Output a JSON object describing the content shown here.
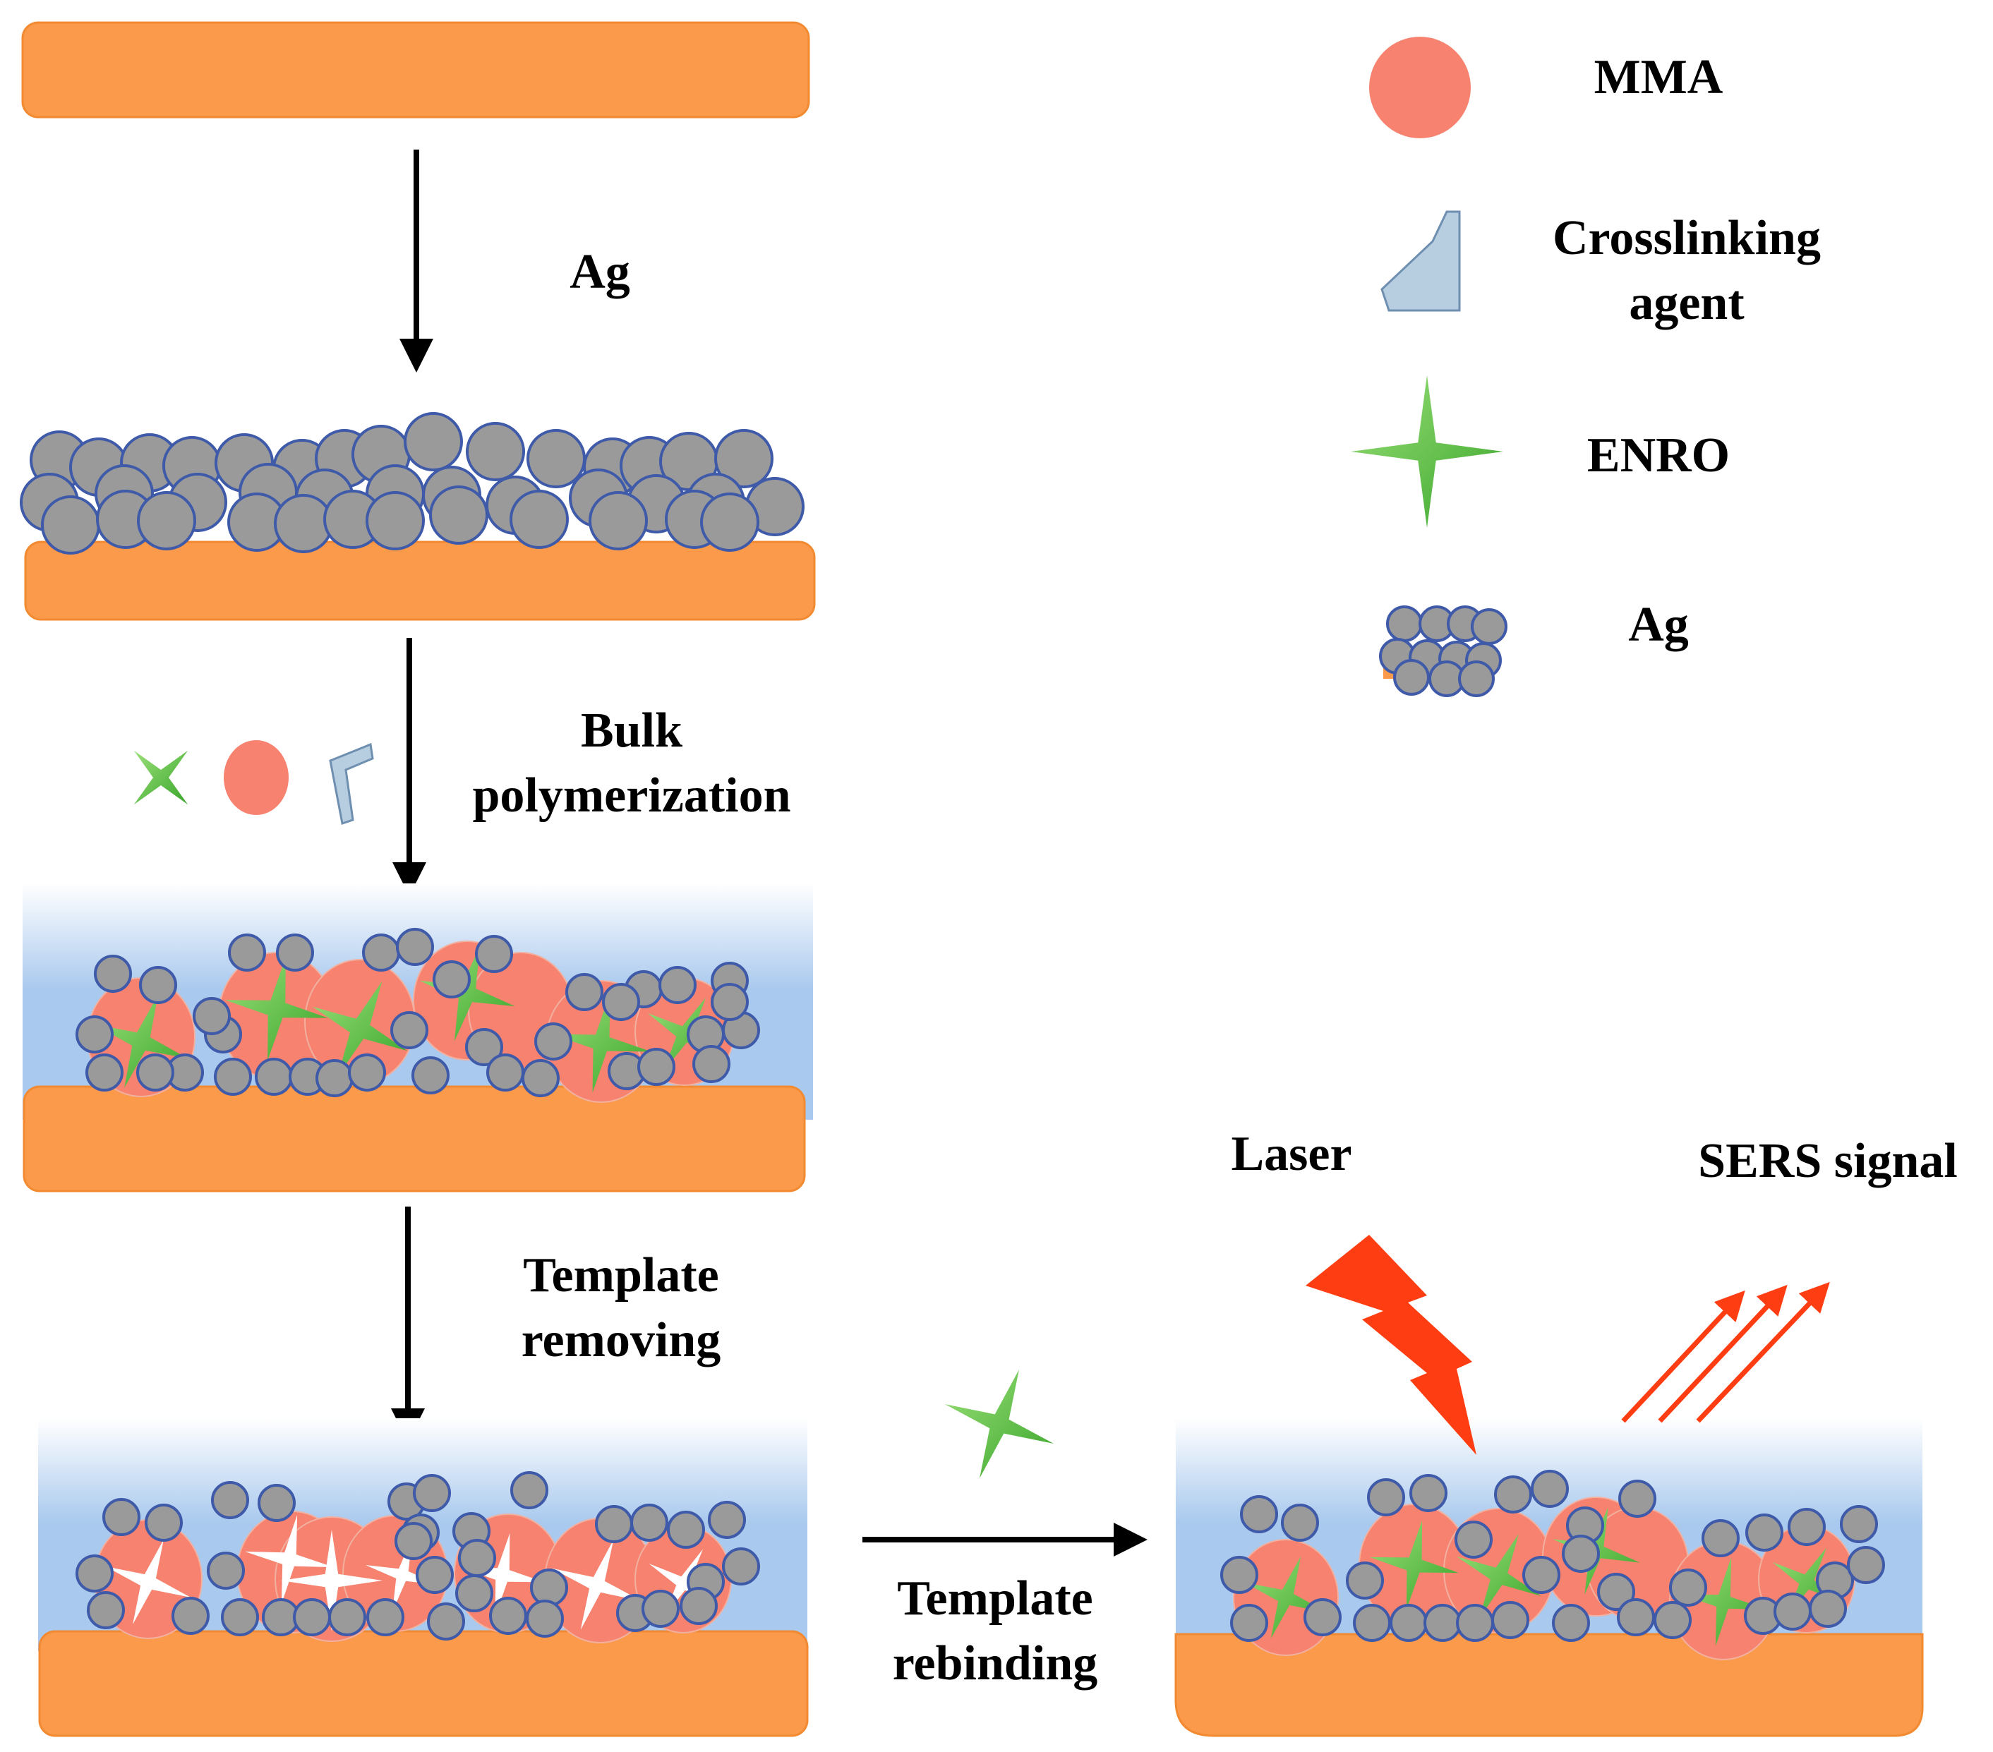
{
  "colors": {
    "substrate": "#fb9a4b",
    "substrate_stroke": "#f28a32",
    "ag_fill": "#9a9a9a",
    "ag_stroke": "#3e5aa8",
    "mma": "#f6826f",
    "enro_light": "#9be07a",
    "enro_dark": "#39a52a",
    "crosslinker": "#b7cde0",
    "polymer_top": "#ffffff",
    "polymer_bottom": "#a9c9ee",
    "arrow": "#000000",
    "laser": "#ff3d12",
    "signal": "#ff3d12"
  },
  "steps": {
    "ag_deposition": "Ag",
    "bulk_polymerization": [
      "Bulk",
      "polymerization"
    ],
    "template_removing": [
      "Template",
      "removing"
    ],
    "template_rebinding": [
      "Template",
      "rebinding"
    ]
  },
  "detection": {
    "laser": "Laser",
    "sers_signal": "SERS signal"
  },
  "legend": [
    {
      "icon": "mma-sphere-icon",
      "label": [
        "MMA"
      ]
    },
    {
      "icon": "crosslinking-agent-icon",
      "label": [
        "Crosslinking",
        "agent"
      ]
    },
    {
      "icon": "enro-star-icon",
      "label": [
        "ENRO"
      ]
    },
    {
      "icon": "ag-nanoparticle-layer-icon",
      "label": [
        "Ag"
      ]
    }
  ]
}
